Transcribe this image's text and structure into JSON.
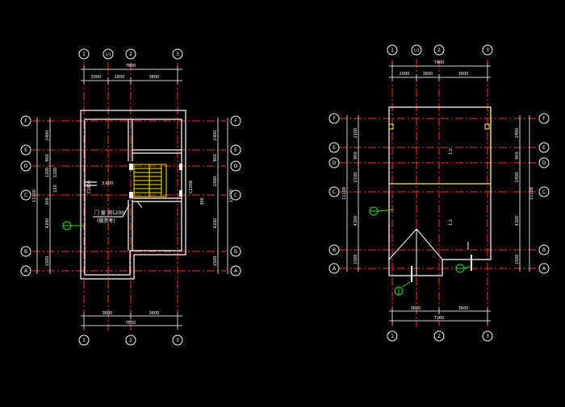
{
  "colors": {
    "background": "#000000",
    "wall": "#ffffff",
    "dim": "#cfcfcf",
    "grid": "#ff3030",
    "stair": "#f4e800",
    "green": "#22dd22",
    "label": "#ffffff",
    "roof_line": "#ffee77"
  },
  "left_plan": {
    "axes_top": [
      "1",
      "1/1",
      "2",
      "3"
    ],
    "axes_bottom": [
      "1",
      "2",
      "3"
    ],
    "axes_left": [
      "F",
      "E",
      "D",
      "C",
      "B",
      "A"
    ],
    "axes_right": [
      "F",
      "E",
      "D",
      "C",
      "B",
      "A"
    ],
    "dims_top_total": "7800",
    "dims_top": [
      "2000",
      "1800",
      "3800"
    ],
    "dims_bottom": [
      "3600",
      "3800"
    ],
    "dims_bottom_total": "7800",
    "dims_left": [
      "2400",
      "900",
      "1200",
      "300",
      "4200",
      "1500"
    ],
    "dims_left_extra": [
      "1200",
      "150"
    ],
    "dims_right": [
      "2400",
      "900",
      "2400",
      "300",
      "4200",
      "1500"
    ],
    "dims_total_side": "11100",
    "annotation_line1": "门 窗 洞1200",
    "annotation_line2": "(做参考)",
    "level": "3.600",
    "window_left": "C1808",
    "window_right": "C2008"
  },
  "right_plan": {
    "axes_top": [
      "1",
      "1/1",
      "2",
      "3"
    ],
    "axes_bottom": [
      "1",
      "2",
      "3"
    ],
    "axes_left": [
      "F",
      "E",
      "D",
      "C",
      "B",
      "A"
    ],
    "axes_right": [
      "F",
      "E",
      "D",
      "C",
      "B",
      "A"
    ],
    "dims_top_total": "7400",
    "dims_top": [
      "2000",
      "1800",
      "3600"
    ],
    "dims_bottom": [
      "3600",
      "3600"
    ],
    "dims_bottom_total": "7200",
    "dims_left": [
      "2100",
      "900",
      "2100",
      "4200",
      "1500"
    ],
    "dims_right": [
      "2400",
      "900",
      "2400",
      "4200",
      "1500"
    ],
    "dims_total_side": "11100",
    "slope_mark": "1:2"
  }
}
